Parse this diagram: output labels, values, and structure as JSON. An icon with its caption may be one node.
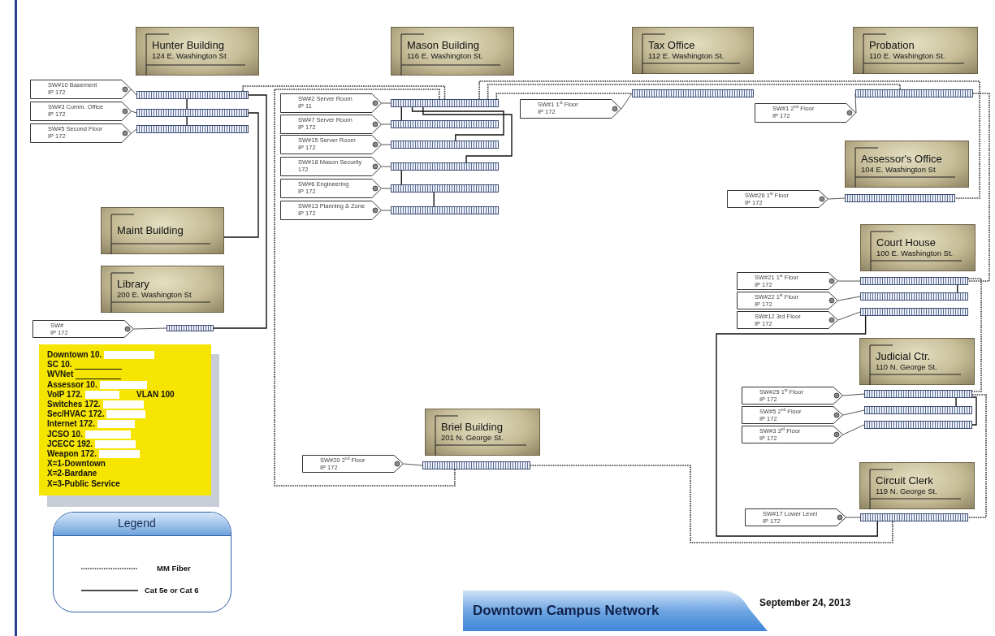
{
  "diagram": {
    "title": "Downtown Campus Network",
    "nodes": [
      {
        "text": [
          "Hunter Building",
          "124 E. Washington St"
        ]
      },
      {
        "text": [
          "SW#10 Basement",
          "IP 172"
        ]
      },
      {
        "text": [
          "SW#3 Comm. Office",
          "IP 172"
        ]
      },
      {
        "text": [
          "SW#5 Second Floor",
          "IP 172"
        ]
      },
      {
        "text": [],
        "shape": "bar"
      },
      {
        "text": [],
        "shape": "bar"
      },
      {
        "text": [],
        "shape": "bar"
      },
      {
        "text": [
          "Mason Building",
          "116 E. Washington St."
        ]
      },
      {
        "text": [
          "SW#2 Server Room",
          "IP 11"
        ]
      },
      {
        "text": [
          "SW#7 Server Room",
          "IP 172"
        ]
      },
      {
        "text": [
          "SW#15 Server Room",
          "IP 172"
        ]
      },
      {
        "text": [
          "SW#18 Mason Security",
          "172"
        ]
      },
      {
        "text": [
          "SW#6 Engineering",
          "IP 172"
        ]
      },
      {
        "text": [
          "SW#13 Planning & Zone",
          "IP 172"
        ]
      },
      {
        "text": [],
        "shape": "bar"
      },
      {
        "text": [],
        "shape": "bar"
      },
      {
        "text": [],
        "shape": "bar"
      },
      {
        "text": [],
        "shape": "bar"
      },
      {
        "text": [],
        "shape": "bar"
      },
      {
        "text": [],
        "shape": "bar"
      },
      {
        "text": [
          "Tax Office",
          "112 E. Washington St."
        ]
      },
      {
        "text": [
          "SW#1 1$^{st}$ Floor",
          "IP 172"
        ]
      },
      {
        "text": [],
        "shape": "bar"
      },
      {
        "text": [
          "Probation",
          "110 E. Washington St."
        ]
      },
      {
        "text": [
          "SW#1 2$^{nd}$ Floor",
          "IP 172"
        ]
      },
      {
        "text": [],
        "shape": "bar"
      },
      {
        "text": [
          "Assessor's Office",
          "104 E. Washington St"
        ]
      },
      {
        "text": [
          "SW#26 1$^{st}$ Floor",
          "IP 172"
        ]
      },
      {
        "text": [],
        "shape": "bar"
      },
      {
        "text": [
          "Maint Building"
        ]
      },
      {
        "text": [
          "Library",
          "200 E. Washington St"
        ]
      },
      {
        "text": [
          "SW#",
          "IP 172"
        ]
      },
      {
        "text": [],
        "shape": "bar"
      },
      {
        "text": [
          "Court House",
          "100 E. Washington St."
        ]
      },
      {
        "text": [
          "SW#21 1$^{st}$ Floor",
          "IP 172"
        ]
      },
      {
        "text": [
          "SW#22 1$^{st}$ Floor",
          "IP 172"
        ]
      },
      {
        "text": [
          "SW#12 3rd Floor",
          "IP 172"
        ]
      },
      {
        "text": [],
        "shape": "bar"
      },
      {
        "text": [],
        "shape": "bar"
      },
      {
        "text": [],
        "shape": "bar"
      },
      {
        "text": [
          "Judicial Ctr.",
          "110 N. George St."
        ]
      },
      {
        "text": [
          "SW#25 1$^{st}$ Floor",
          "IP 172"
        ]
      },
      {
        "text": [
          "SW#5 2$^{nd}$ Floor",
          "IP 172"
        ]
      },
      {
        "text": [
          "SW#3 3$^{rd}$ Floor",
          "IP 172"
        ]
      },
      {
        "text": [],
        "shape": "bar"
      },
      {
        "text": [],
        "shape": "bar"
      },
      {
        "text": [],
        "shape": "bar"
      },
      {
        "text": [
          "Briel Building",
          "201 N. George St."
        ]
      },
      {
        "text": [
          "SW#20 2$^{nd}$ Floor",
          "IP 172"
        ]
      },
      {
        "text": [],
        "shape": "bar"
      },
      {
        "text": [
          "Circuit Clerk",
          "119 N. George St."
        ]
      },
      {
        "text": [
          "SW#17 Lower Level",
          "IP 172"
        ]
      },
      {
        "text": [],
        "shape": "bar"
      }
    ],
    "edges": [
      {
        "from": 1,
        "to": 4,
        "arrow": "none"
      },
      {
        "from": 2,
        "to": 5,
        "arrow": "none"
      },
      {
        "from": 3,
        "to": 6,
        "arrow": "none"
      },
      {
        "from": 8,
        "to": 14,
        "arrow": "none"
      },
      {
        "from": 9,
        "to": 15,
        "arrow": "none"
      },
      {
        "from": 10,
        "to": 16,
        "arrow": "none"
      },
      {
        "from": 11,
        "to": 17,
        "arrow": "none"
      },
      {
        "from": 12,
        "to": 18,
        "arrow": "none"
      },
      {
        "from": 13,
        "to": 19,
        "arrow": "none"
      },
      {
        "from": 21,
        "to": 22,
        "arrow": "none"
      },
      {
        "from": 24,
        "to": 25,
        "arrow": "none"
      },
      {
        "from": 27,
        "to": 28,
        "arrow": "none"
      },
      {
        "from": 31,
        "to": 32,
        "arrow": "none"
      },
      {
        "from": 34,
        "to": 37,
        "arrow": "none"
      },
      {
        "from": 35,
        "to": 38,
        "arrow": "none"
      },
      {
        "from": 36,
        "to": 39,
        "arrow": "none"
      },
      {
        "from": 41,
        "to": 44,
        "arrow": "none"
      },
      {
        "from": 42,
        "to": 45,
        "arrow": "none"
      },
      {
        "from": 43,
        "to": 46,
        "arrow": "none"
      },
      {
        "from": 48,
        "to": 49,
        "arrow": "none"
      },
      {
        "from": 51,
        "to": 52,
        "arrow": "none"
      },
      {
        "from": 4,
        "to": 5,
        "arrow": "none"
      },
      {
        "from": 5,
        "to": 6,
        "arrow": "none"
      },
      {
        "from": 5,
        "to": 29,
        "arrow": "none"
      },
      {
        "from": 4,
        "to": 32,
        "arrow": "none"
      },
      {
        "from": 4,
        "to": 14,
        "arrow": "none",
        "style": "dashed"
      },
      {
        "from": 14,
        "to": 15,
        "arrow": "none"
      },
      {
        "from": 14,
        "to": 16,
        "arrow": "none"
      },
      {
        "from": 14,
        "to": 17,
        "arrow": "none"
      },
      {
        "from": 17,
        "to": 18,
        "arrow": "none"
      },
      {
        "from": 18,
        "to": 19,
        "arrow": "none"
      },
      {
        "from": 14,
        "to": 22,
        "arrow": "none",
        "style": "dashed"
      },
      {
        "from": 14,
        "to": 25,
        "arrow": "none",
        "style": "dashed"
      },
      {
        "from": 14,
        "to": 28,
        "arrow": "none",
        "style": "dashed"
      },
      {
        "from": 25,
        "to": 37,
        "arrow": "none",
        "style": "dashed"
      },
      {
        "from": 37,
        "to": 38,
        "arrow": "none"
      },
      {
        "from": 37,
        "to": 44,
        "arrow": "none",
        "style": "dashed"
      },
      {
        "from": 44,
        "to": 45,
        "arrow": "none"
      },
      {
        "from": 44,
        "to": 46,
        "arrow": "none"
      },
      {
        "from": 44,
        "to": 52,
        "arrow": "none",
        "style": "dashed"
      },
      {
        "from": 52,
        "to": 49,
        "arrow": "none",
        "style": "dashed"
      },
      {
        "from": 49,
        "to": 14,
        "arrow": "none",
        "style": "dashed"
      },
      {
        "from": 39,
        "to": 52,
        "arrow": "none"
      }
    ],
    "labels": [
      "Downtown 10.",
      "SC 10.",
      "WVNet",
      "Assessor 10.",
      "VoIP 172.",
      "VLAN 100",
      "Switches 172.",
      "Sec/HVAC 172.",
      "Internet 172.",
      "JCSO 10.",
      "JCECC 192.",
      "Weapon 172.",
      "X=1-Downtown",
      "X=2-Bardane",
      "X=3-Public Service",
      "Legend",
      "September 24, 2013"
    ],
    "legend": [
      {
        "text": "MM Fiber"
      },
      {
        "text": "Cat 5e or Cat 6"
      }
    ]
  }
}
